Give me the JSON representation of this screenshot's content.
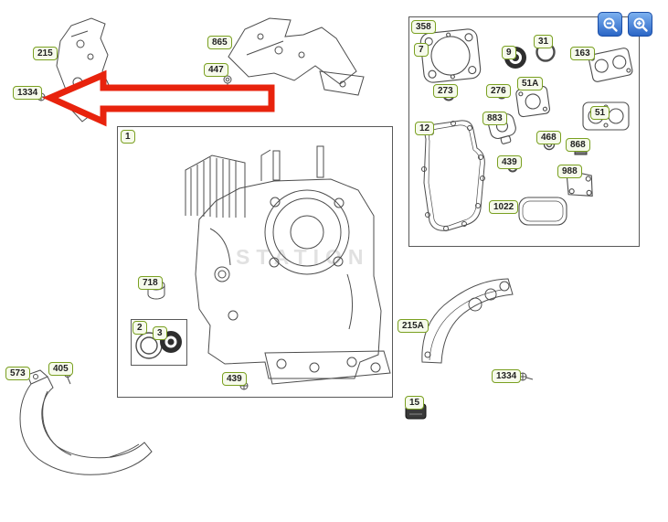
{
  "view": {
    "watermark": "STATION",
    "background": "#ffffff"
  },
  "toolbar": {
    "buttons": [
      {
        "icon": "zoom-out-icon"
      },
      {
        "icon": "zoom-in-icon"
      }
    ],
    "button_color": "#2b66c6"
  },
  "colors": {
    "label_border": "#7aa021",
    "label_background": "#f6faeb",
    "label_text": "#222222",
    "box_border": "#585858",
    "drawing_line": "#4d4d4d",
    "arrow_red": "#e8230d",
    "seal_black": "#2e2e2e"
  },
  "annotations": {
    "arrow": "red-left-arrow pointing at part 1334 screw"
  },
  "parts": [
    {
      "label": "215"
    },
    {
      "label": "865"
    },
    {
      "label": "447"
    },
    {
      "label": "1334"
    },
    {
      "label": "1"
    },
    {
      "label": "358"
    },
    {
      "label": "7"
    },
    {
      "label": "9"
    },
    {
      "label": "31"
    },
    {
      "label": "163"
    },
    {
      "label": "273"
    },
    {
      "label": "276"
    },
    {
      "label": "51A"
    },
    {
      "label": "51"
    },
    {
      "label": "12"
    },
    {
      "label": "883"
    },
    {
      "label": "468"
    },
    {
      "label": "868"
    },
    {
      "label": "439"
    },
    {
      "label": "988"
    },
    {
      "label": "1022"
    },
    {
      "label": "718"
    },
    {
      "label": "2"
    },
    {
      "label": "3"
    },
    {
      "label": "439"
    },
    {
      "label": "215A"
    },
    {
      "label": "1334"
    },
    {
      "label": "573"
    },
    {
      "label": "405"
    },
    {
      "label": "15"
    }
  ]
}
